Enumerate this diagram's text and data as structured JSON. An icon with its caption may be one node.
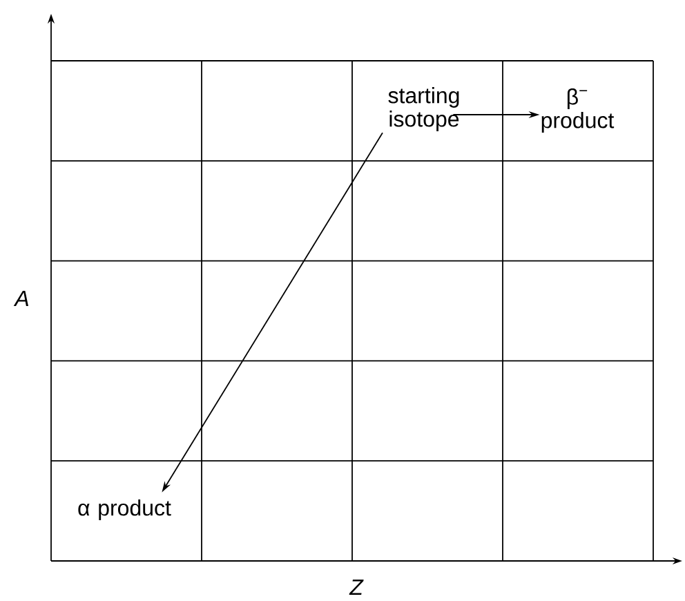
{
  "diagram": {
    "nodes": [
      {
        "text": [
          "starting isotope"
        ]
      },
      {
        "text": [
          "β$^{−}$ product"
        ]
      },
      {
        "text": [
          "α product"
        ]
      }
    ],
    "edges": [
      {
        "from": 0,
        "to": 1,
        "arrow": "to"
      },
      {
        "from": 0,
        "to": 2,
        "arrow": "to"
      }
    ],
    "labels": [
      "A",
      "Z"
    ]
  }
}
